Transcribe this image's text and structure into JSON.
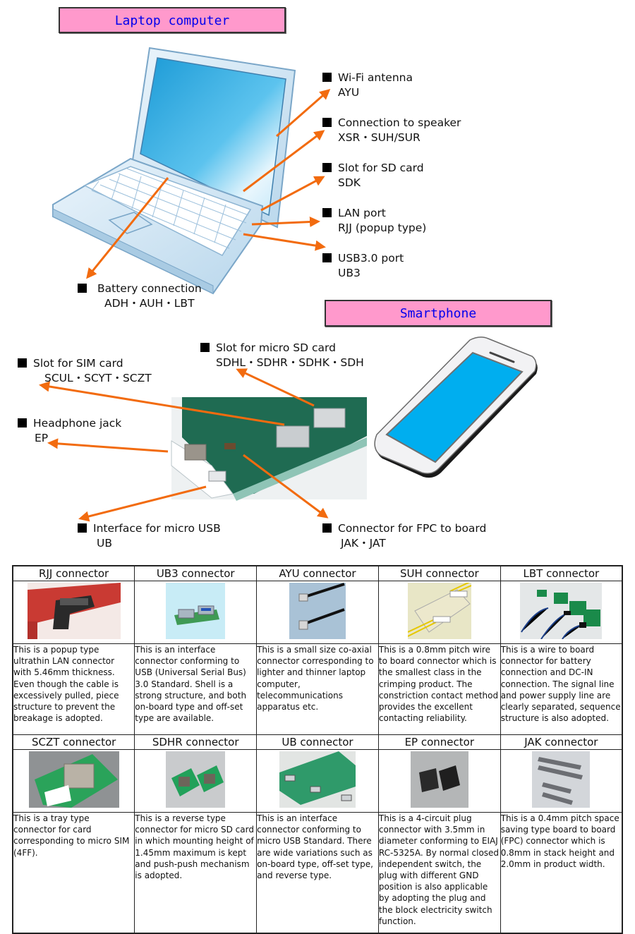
{
  "laptop_section": {
    "title": "Laptop computer",
    "callouts": [
      {
        "label": "Wi-Fi antenna",
        "codes": "AYU"
      },
      {
        "label": "Connection to speaker",
        "codes": "XSR・SUH/SUR"
      },
      {
        "label": "Slot for SD card",
        "codes": "SDK"
      },
      {
        "label": "LAN port",
        "codes": "RJJ (popup type)"
      },
      {
        "label": "USB3.0 port",
        "codes": "UB3"
      },
      {
        "label": "Battery connection",
        "codes": "ADH・AUH・LBT"
      }
    ]
  },
  "smartphone_section": {
    "title": "Smartphone",
    "callouts": [
      {
        "label": "Slot for micro SD card",
        "codes": "SDHL・SDHR・SDHK・SDH"
      },
      {
        "label": "Slot for SIM card",
        "codes": "SCUL・SCYT・SCZT"
      },
      {
        "label": "Headphone jack",
        "codes": "EP"
      },
      {
        "label": "Interface for micro USB",
        "codes": "UB"
      },
      {
        "label": "Connector for FPC to board",
        "codes": "JAK・JAT"
      }
    ]
  },
  "colors": {
    "title_bg": "#ff99cc",
    "title_text": "#0000ee",
    "arrow": "#f26b0f",
    "laptop_screen": "#29a8e0",
    "phone_screen": "#00aeef",
    "pcb_green": "#1f6b52"
  },
  "connector_table": {
    "rows": [
      [
        {
          "name": "RJJ connector",
          "image": "popup LAN connector photo",
          "description": "This is a popup type ultrathin LAN connector with 5.46mm thickness. Even though the cable is excessively pulled, piece structure to prevent the breakage is adopted."
        },
        {
          "name": "UB3 connector",
          "image": "USB3.0 receptacles on board photo",
          "description": "This is an interface connector conforming to USB (Universal Serial Bus) 3.0 Standard. Shell is a strong structure, and both on-board type and off-set type are available."
        },
        {
          "name": "AYU connector",
          "image": "co-axial cable connectors photo",
          "description": "This is a small size co-axial connector corresponding to lighter and thinner laptop computer, telecommunications apparatus etc."
        },
        {
          "name": "SUH connector",
          "image": "wire to board crimp connector photo",
          "description": "This is a 0.8mm pitch wire to board connector which is the smallest class in the crimping product. The constriction contact method provides the excellent contacting reliability."
        },
        {
          "name": "LBT connector",
          "image": "battery wire to board connectors photo",
          "description": "This is a wire to board connector for battery connection and DC-IN connection. The signal line and power supply line are clearly separated, sequence structure is also adopted."
        }
      ],
      [
        {
          "name": "SCZT connector",
          "image": "micro SIM tray connector photo",
          "description": "This is a tray type connector for card corresponding to micro SIM (4FF)."
        },
        {
          "name": "SDHR connector",
          "image": "reverse micro SD connectors photo",
          "description": "This is a reverse type connector for micro SD card in which mounting height of 1.45mm maximum is kept and push-push mechanism is adopted."
        },
        {
          "name": "UB connector",
          "image": "micro USB on PCB photo",
          "description": "This is an interface connector conforming to micro USB Standard. There are wide variations such as on-board type, off-set type, and reverse type."
        },
        {
          "name": "EP connector",
          "image": "headphone jack connectors photo",
          "description": "This is a 4-circuit plug connector with 3.5mm in diameter conforming to EIAJ RC-5325A. By normal closed independent switch, the plug with different GND position is also applicable by adopting the plug and the block electricity switch function."
        },
        {
          "name": "JAK connector",
          "image": "board to board FPC connectors photo",
          "description": "This is a 0.4mm pitch space saving type board to board (FPC) connector which is 0.8mm in stack height and 2.0mm in product width."
        }
      ]
    ]
  }
}
